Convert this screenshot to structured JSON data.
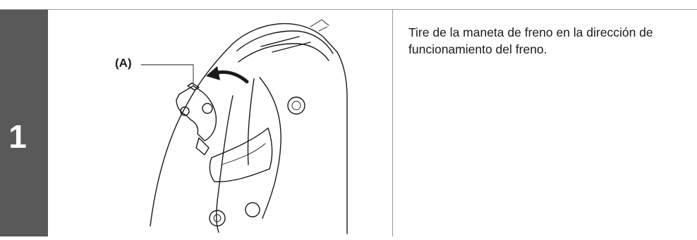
{
  "step": {
    "number": "1",
    "instruction": "Tire de la maneta de freno en la dirección de funcionamiento del freno."
  },
  "illustration": {
    "callout_label": "(A)",
    "arrow_icon": "curved-arrow-left-icon",
    "subject": "brake-lever-assembly"
  },
  "colors": {
    "step_bar": "#595959",
    "rule": "#9a9a9a",
    "text": "#1a1a1a"
  }
}
